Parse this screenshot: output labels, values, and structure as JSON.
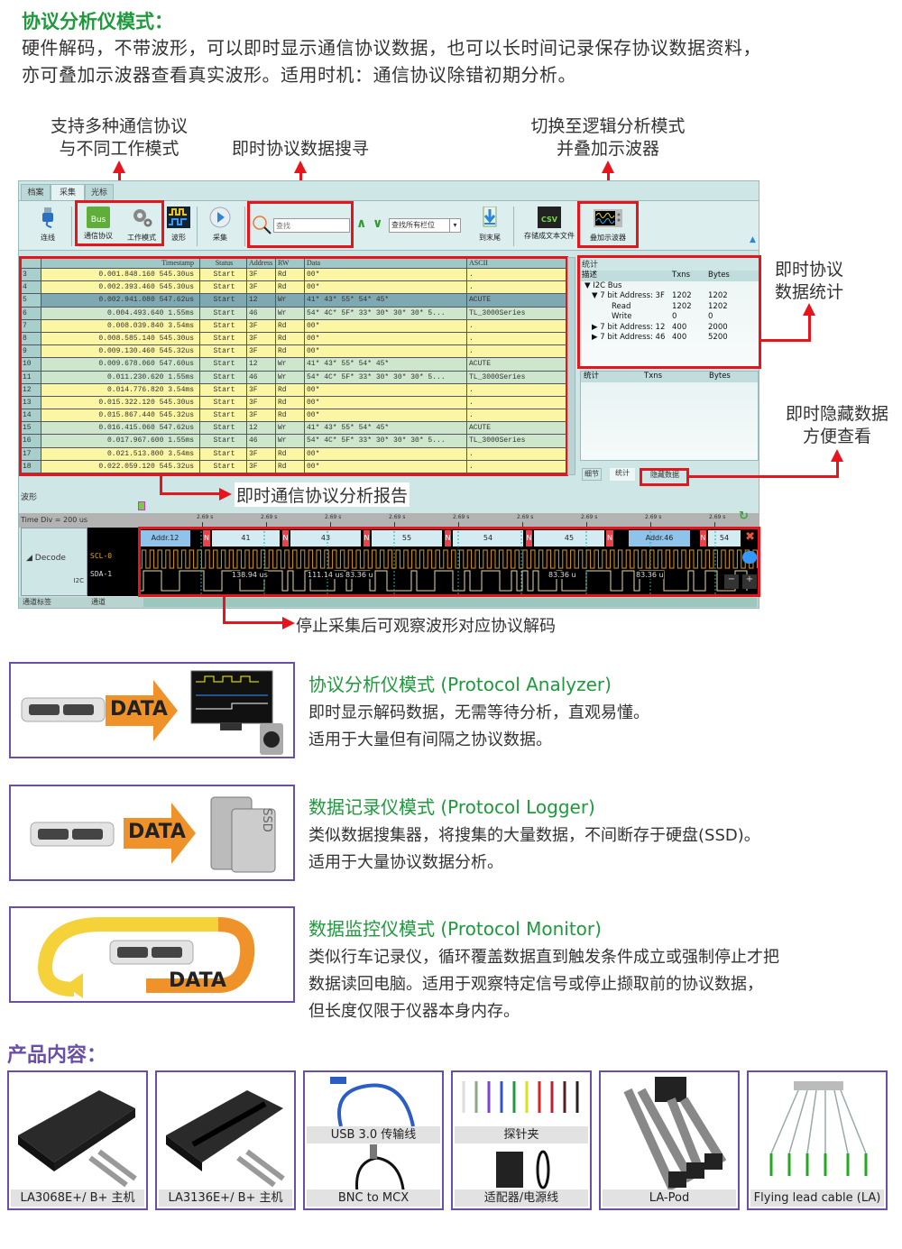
{
  "header": {
    "title": "协议分析仪模式：",
    "lines": [
      "硬件解码，不带波形，可以即时显示通信协议数据，也可以长时间记录保存协议数据资料，",
      "亦可叠加示波器查看真实波形。适用时机：通信协议除错初期分析。"
    ]
  },
  "callouts": {
    "protocols": [
      "支持多种通信协议",
      "与不同工作模式"
    ],
    "search": "即时协议数据搜寻",
    "switch": [
      "切换至逻辑分析模式",
      "并叠加示波器"
    ],
    "stats": [
      "即时协议",
      "数据统计"
    ],
    "hidden": [
      "即时隐藏数据",
      "方便查看"
    ],
    "report": "即时通信协议分析报告",
    "decode": "停止采集后可观察波形对应协议解码"
  },
  "app": {
    "tabs": [
      "档案",
      "采集",
      "光标"
    ],
    "toolbar": {
      "connect": "连线",
      "protocol": "通信协议",
      "bus_icon_text": "Bus",
      "workmode": "工作模式",
      "waveform": "波形",
      "capture": "采集",
      "search_placeholder": "查找",
      "find_all": "查找所有栏位",
      "to_end": "到末尾",
      "save_csv": "存储成文本文件",
      "csv_icon_text": "CSV",
      "overlay_scope": "叠加示波器"
    },
    "table": {
      "headers": [
        "",
        "Timestamp",
        "Status",
        "Address",
        "RW",
        "Data",
        "ASCII"
      ],
      "rows": [
        [
          "3",
          "0.001.848.160 545.30us",
          "Start",
          "3F",
          "Rd",
          "00*",
          "."
        ],
        [
          "4",
          "0.002.393.460 545.30us",
          "Start",
          "3F",
          "Rd",
          "00*",
          "."
        ],
        [
          "5",
          "0.002.941.080 547.62us",
          "Start",
          "12",
          "Wr",
          "41* 43* 55* 54* 45*",
          "ACUTE"
        ],
        [
          "6",
          "0.004.493.640 1.55ms",
          "Start",
          "46",
          "Wr",
          "54* 4C* 5F* 33* 30* 30* 30* 5...",
          "TL_3000Series"
        ],
        [
          "7",
          "0.008.039.840 3.54ms",
          "Start",
          "3F",
          "Rd",
          "00*",
          "."
        ],
        [
          "8",
          "0.008.585.140 545.30us",
          "Start",
          "3F",
          "Rd",
          "00*",
          "."
        ],
        [
          "9",
          "0.009.130.460 545.32us",
          "Start",
          "3F",
          "Rd",
          "00*",
          "."
        ],
        [
          "10",
          "0.009.678.060 547.60us",
          "Start",
          "12",
          "Wr",
          "41* 43* 55* 54* 45*",
          "ACUTE"
        ],
        [
          "11",
          "0.011.230.620 1.55ms",
          "Start",
          "46",
          "Wr",
          "54* 4C* 5F* 33* 30* 30* 30* 5...",
          "TL_3000Series"
        ],
        [
          "12",
          "0.014.776.820 3.54ms",
          "Start",
          "3F",
          "Rd",
          "00*",
          "."
        ],
        [
          "13",
          "0.015.322.120 545.30us",
          "Start",
          "3F",
          "Rd",
          "00*",
          "."
        ],
        [
          "14",
          "0.015.867.440 545.32us",
          "Start",
          "3F",
          "Rd",
          "00*",
          "."
        ],
        [
          "15",
          "0.016.415.060 547.62us",
          "Start",
          "12",
          "Wr",
          "41* 43* 55* 54* 45*",
          "ACUTE"
        ],
        [
          "16",
          "0.017.967.600 1.55ms",
          "Start",
          "46",
          "Wr",
          "54* 4C* 5F* 33* 30* 30* 30* 5...",
          "TL_3000Series"
        ],
        [
          "17",
          "0.021.513.800 3.54ms",
          "Start",
          "3F",
          "Rd",
          "00*",
          "."
        ],
        [
          "18",
          "0.022.059.120 545.32us",
          "Start",
          "3F",
          "Rd",
          "00*",
          "."
        ]
      ],
      "selected_row": "5"
    },
    "stats": {
      "title": "统计",
      "headers": [
        "描述",
        "Txns",
        "Bytes"
      ],
      "rows": [
        [
          "▼ I2C Bus",
          "",
          ""
        ],
        [
          "▼ 7 bit Address: 3F",
          "1202",
          "1202"
        ],
        [
          "Read",
          "1202",
          "1202"
        ],
        [
          "Write",
          "0",
          "0"
        ],
        [
          "▶ 7 bit Address: 12",
          "400",
          "2000"
        ],
        [
          "▶ 7 bit Address: 46",
          "400",
          "5200"
        ]
      ],
      "headers2": [
        "统计",
        "Txns",
        "Bytes"
      ],
      "tabs": [
        "细节",
        "统计",
        "隐藏数据"
      ]
    },
    "wave": {
      "label": "波形",
      "time_div": "Time Div = 200 us",
      "tick_label": "2.69 s",
      "group": "◢ Decode",
      "bus_type": "I2C",
      "channels": [
        "SCL-0",
        "SDA-1"
      ],
      "segments": [
        {
          "t": "Addr.12",
          "k": "addr"
        },
        {
          "t": "N",
          "k": "nak"
        },
        {
          "t": "41",
          "k": "data"
        },
        {
          "t": "N",
          "k": "nak"
        },
        {
          "t": "43",
          "k": "data"
        },
        {
          "t": "N",
          "k": "nak"
        },
        {
          "t": "55",
          "k": "data"
        },
        {
          "t": "N",
          "k": "nak"
        },
        {
          "t": "54",
          "k": "data"
        },
        {
          "t": "N",
          "k": "nak"
        },
        {
          "t": "45",
          "k": "data"
        },
        {
          "t": "N",
          "k": "nak"
        },
        {
          "t": "Addr.46",
          "k": "addr"
        },
        {
          "t": "N",
          "k": "nak"
        },
        {
          "t": "54",
          "k": "data"
        }
      ],
      "measurements": [
        "138.94 us",
        "111.14 us",
        "83.36 u",
        "83.36 u",
        "83.36 u"
      ],
      "footer": [
        "通道标签",
        "通道"
      ]
    }
  },
  "modes": [
    {
      "title": "协议分析仪模式 (Protocol Analyzer)",
      "lines": [
        "即时显示解码数据，无需等待分析，直观易懂。",
        "适用于大量但有间隔之协议数据。"
      ],
      "icon_text": "DATA"
    },
    {
      "title": "数据记录仪模式 (Protocol Logger)",
      "lines": [
        "类似数据搜集器，将搜集的大量数据，不间断存于硬盘(SSD)。",
        "适用于大量协议数据分析。"
      ],
      "icon_text": "DATA",
      "ssd_text": "SSD"
    },
    {
      "title": "数据监控仪模式 (Protocol Monitor)",
      "lines": [
        "类似行车记录仪，循环覆盖数据直到触发条件成立或强制停止才把",
        "数据读回电脑。适用于观察特定信号或停止撷取前的协议数据，",
        "但长度仅限于仪器本身内存。"
      ],
      "icon_text": "DATA"
    }
  ],
  "products": {
    "title": "产品内容：",
    "items": [
      {
        "caption": "LA3068E+/ B+ 主机"
      },
      {
        "caption": "LA3136E+/ B+ 主机"
      },
      {
        "caption": "USB 3.0 传输线",
        "caption2": "BNC to MCX"
      },
      {
        "caption": "探针夹",
        "caption2": "适配器/电源线"
      },
      {
        "caption": "LA-Pod"
      },
      {
        "caption": "Flying lead cable (LA)"
      }
    ]
  },
  "colors": {
    "green": "#1e9a3c",
    "purple": "#6a4fa8",
    "red": "#e8141c",
    "orange": "#f0922a"
  }
}
